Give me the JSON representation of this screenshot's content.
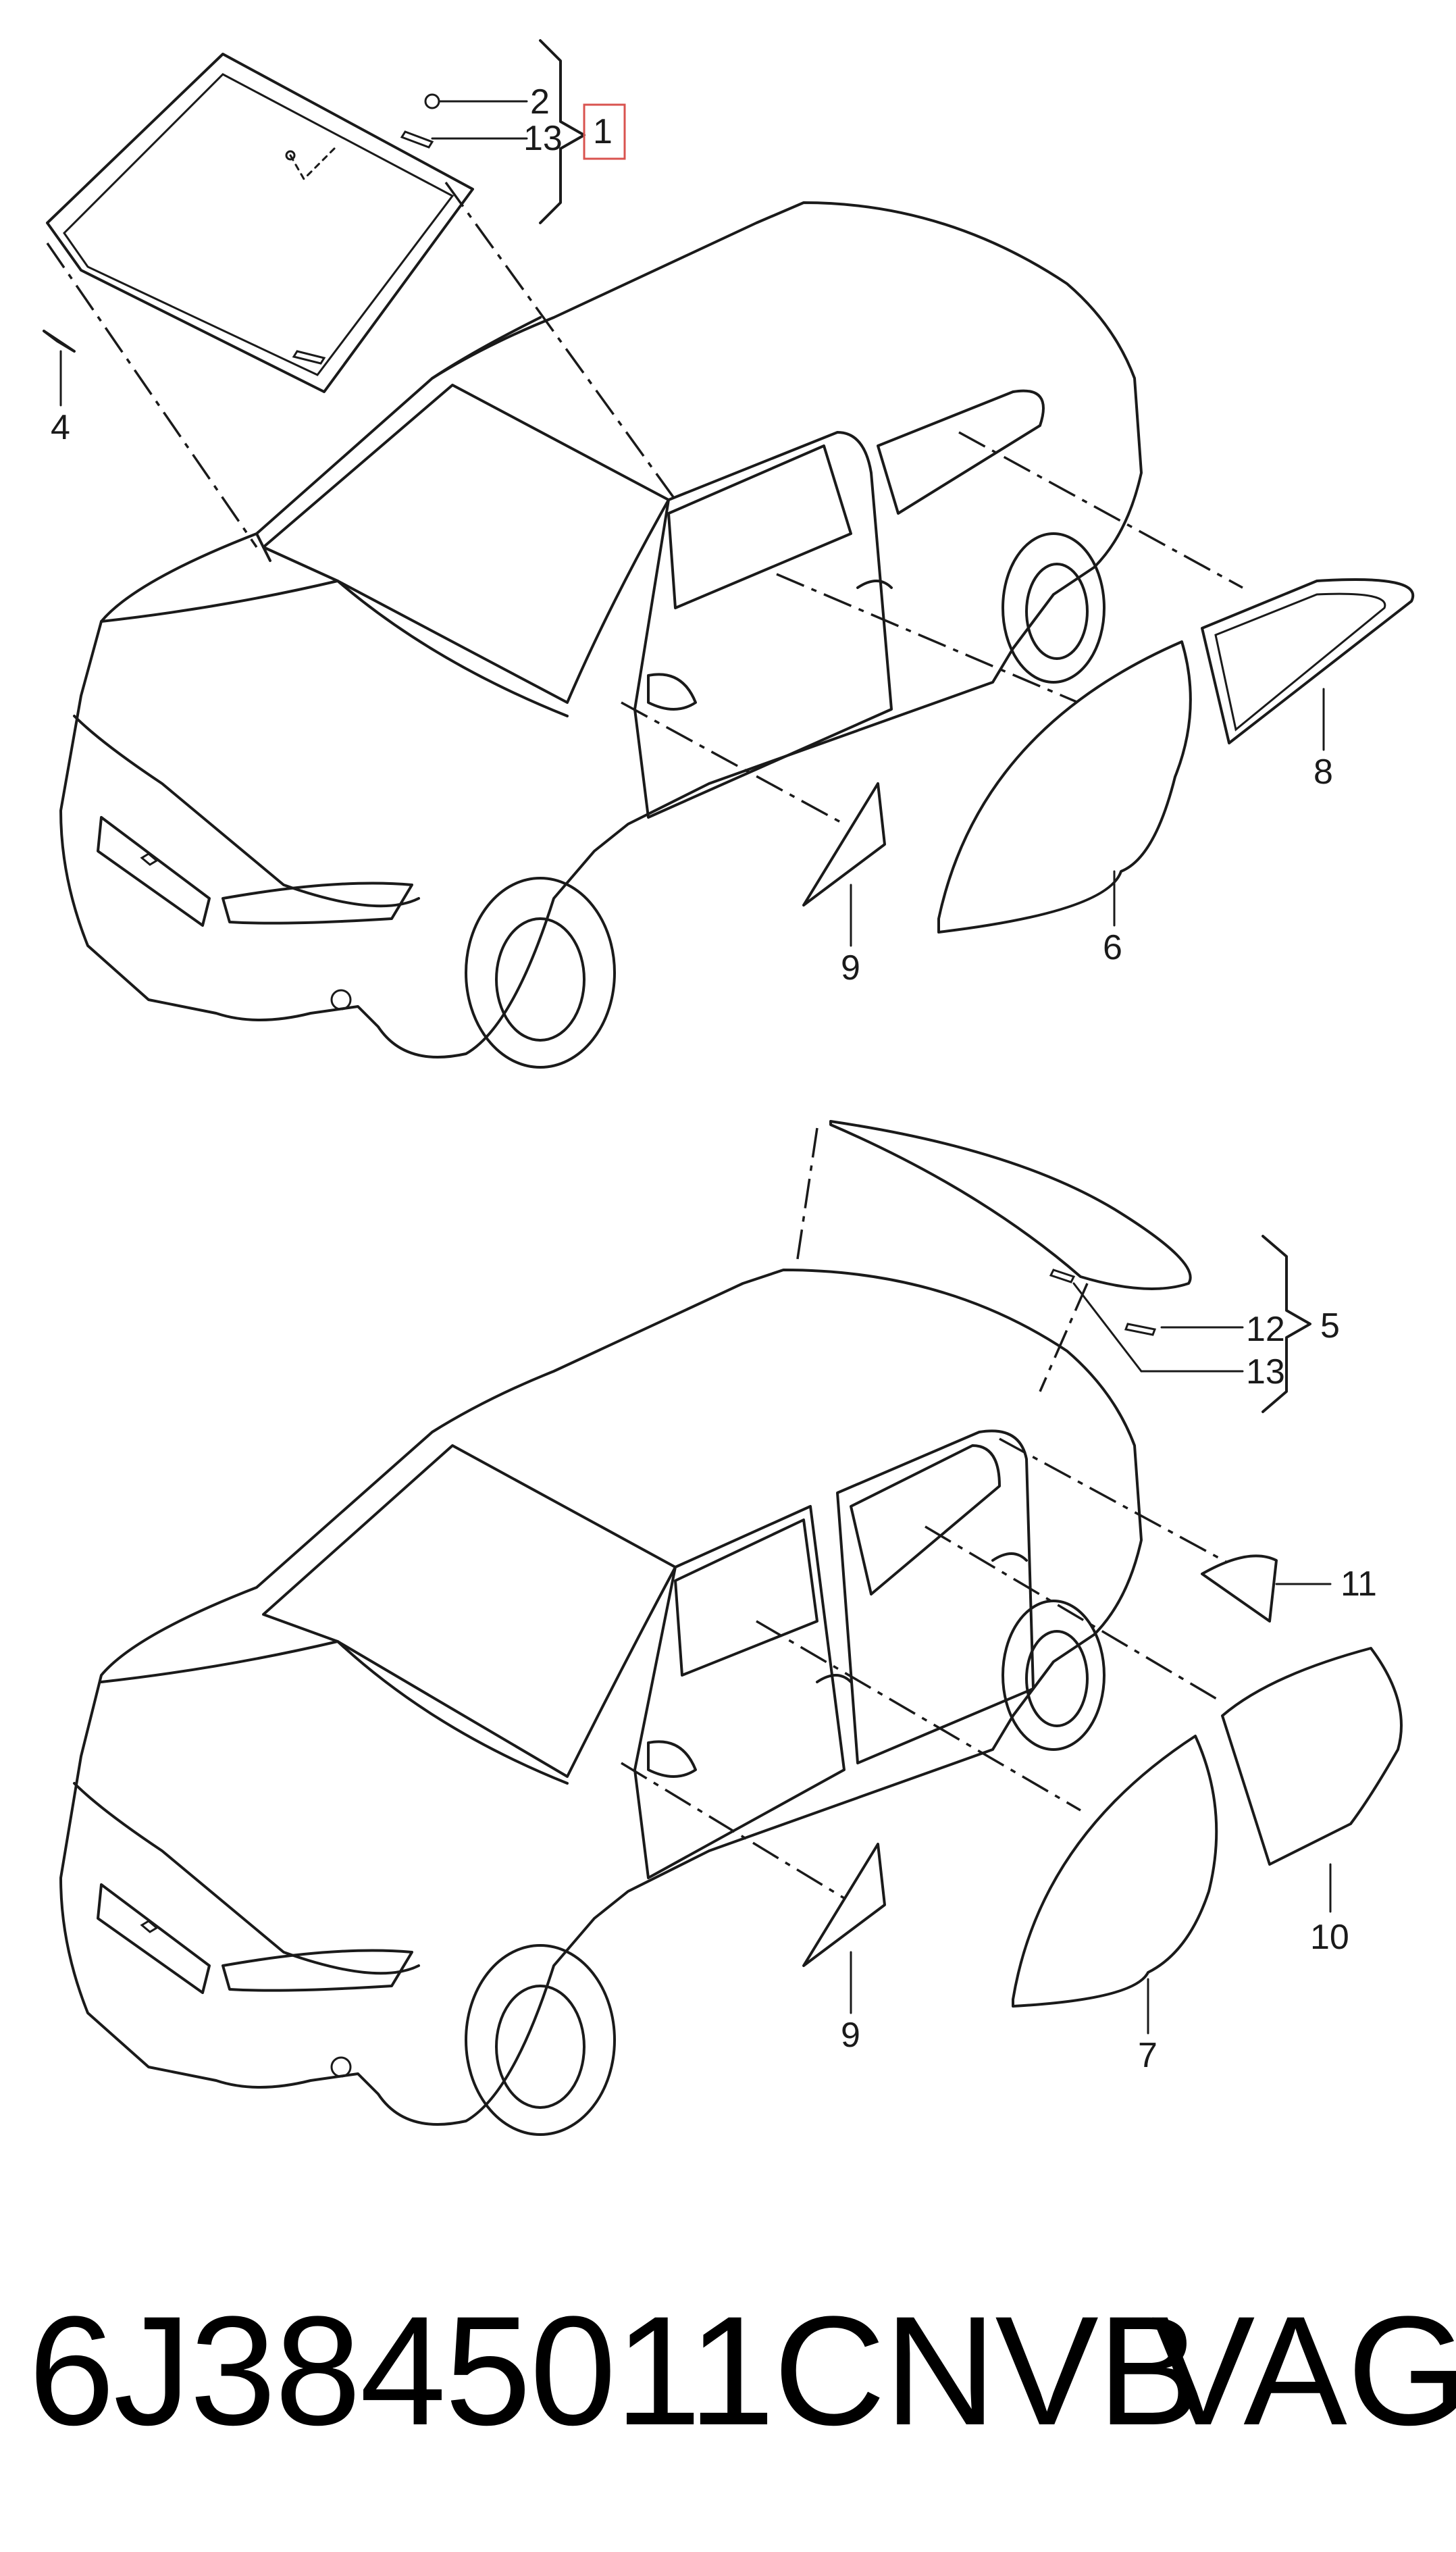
{
  "callouts": {
    "c1": "1",
    "c2": "2",
    "c13_top": "13",
    "c4": "4",
    "c8": "8",
    "c6": "6",
    "c9_top": "9",
    "c5": "5",
    "c12": "12",
    "c13_bottom": "13",
    "c11": "11",
    "c10": "10",
    "c9_bottom": "9",
    "c7": "7"
  },
  "footer": {
    "part_number": "6J3845011CNVB",
    "brand": "VAG"
  },
  "colors": {
    "line": "#1a1a1a",
    "highlight_box": "#d9534f"
  }
}
